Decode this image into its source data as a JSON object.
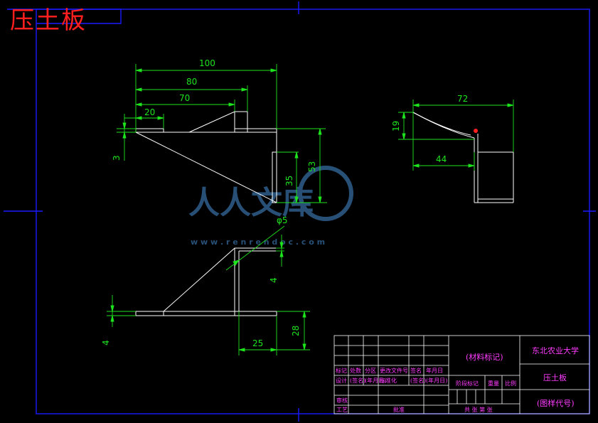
{
  "drawing_title": "压土板",
  "colors": {
    "background": "#000000",
    "frame": "#1a1aff",
    "outline": "#ffffff",
    "dimension": "#1ee41e",
    "title_block": "#ff3cff",
    "title_stamp": "#ff1f1f"
  },
  "front_view": {
    "dims": {
      "d100": "100",
      "d80": "80",
      "d70": "70",
      "d20": "20",
      "d3": "3",
      "d35": "35",
      "d53": "53"
    }
  },
  "side_view": {
    "dims": {
      "d72": "72",
      "d19": "19",
      "d44": "44"
    }
  },
  "bottom_view": {
    "dims": {
      "phi5": "φ5",
      "d4a": "4",
      "d4b": "4",
      "d25": "25",
      "d28": "28"
    }
  },
  "watermark": {
    "text": "人人文库",
    "url": "w w w . r e n r e n d o c . c o m"
  },
  "title_block": {
    "material_mark": "(材料标记)",
    "school": "东北农业大学",
    "part_name": "压土板",
    "drawing_code": "(图样代号)",
    "header_labels": [
      "标记",
      "处数",
      "分区",
      "更改文件号",
      "签名",
      "年月日"
    ],
    "design_row": [
      "设计",
      "(签名)",
      "(年月日)",
      "标准化",
      "(签名)",
      "(年月日)"
    ],
    "stage_mark": "阶段标记",
    "weight": "重量",
    "scale": "比例",
    "review": "审核",
    "process": "工艺",
    "approve": "批准",
    "sheets": "共    张 第    张"
  }
}
